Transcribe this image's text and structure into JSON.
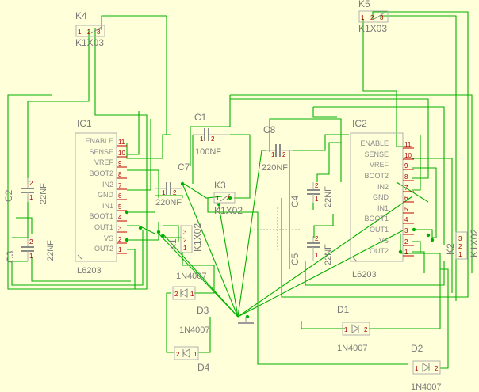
{
  "components": {
    "ic1": {
      "ref": "IC1",
      "value": "L6203",
      "pins": [
        {
          "name": "ENABLE",
          "num": "11"
        },
        {
          "name": "SENSE",
          "num": "10"
        },
        {
          "name": "VREF",
          "num": "9"
        },
        {
          "name": "BOOT2",
          "num": "8"
        },
        {
          "name": "IN2",
          "num": "7"
        },
        {
          "name": "GND",
          "num": "6"
        },
        {
          "name": "IN1",
          "num": "5"
        },
        {
          "name": "BOOT1",
          "num": "4"
        },
        {
          "name": "OUT1",
          "num": "3"
        },
        {
          "name": "VS",
          "num": "2"
        },
        {
          "name": "OUT2",
          "num": "1"
        }
      ]
    },
    "ic2": {
      "ref": "IC2",
      "value": "L6203",
      "pins": [
        {
          "name": "ENABLE",
          "num": "11"
        },
        {
          "name": "SENSE",
          "num": "10"
        },
        {
          "name": "VREF",
          "num": "9"
        },
        {
          "name": "BOOT2",
          "num": "8"
        },
        {
          "name": "IN2",
          "num": "7"
        },
        {
          "name": "GND",
          "num": "6"
        },
        {
          "name": "IN1",
          "num": "5"
        },
        {
          "name": "BOOT1",
          "num": "4"
        },
        {
          "name": "OUT1",
          "num": "3"
        },
        {
          "name": "VS",
          "num": "2"
        },
        {
          "name": "OUT2",
          "num": "1"
        }
      ]
    },
    "c1": {
      "ref": "C1",
      "value": "100NF",
      "pin1": "1",
      "pin2": "2"
    },
    "c2": {
      "ref": "C2",
      "value": "22NF",
      "pin1": "1",
      "pin2": "2"
    },
    "c3": {
      "ref": "C3",
      "value": "22NF",
      "pin1": "1",
      "pin2": "2"
    },
    "c4": {
      "ref": "C4",
      "value": "22NF",
      "pin1": "1",
      "pin2": "2"
    },
    "c5": {
      "ref": "C5",
      "value": "22NF",
      "pin1": "1",
      "pin2": "2"
    },
    "c7": {
      "ref": "C7",
      "value": "220NF",
      "pin1": "1",
      "pin2": "2"
    },
    "c8": {
      "ref": "C8",
      "value": "220NF",
      "pin1": "1",
      "pin2": "2"
    },
    "k1": {
      "ref": "K1",
      "value": "K1X02",
      "pin1": "1",
      "pin2": "2",
      "pin3": "3"
    },
    "k2": {
      "ref": "K2",
      "value": "K1X02",
      "pin1": "1",
      "pin2": "2",
      "pin3": "3"
    },
    "k3": {
      "ref": "K3",
      "value": "K1X02",
      "pin1": "1",
      "pin2": "2"
    },
    "k4": {
      "ref": "K4",
      "value": "K1X03",
      "pin1": "1",
      "pin2": "2",
      "pin3": "3"
    },
    "k5": {
      "ref": "K5",
      "value": "K1X03",
      "pin1": "1",
      "pin2": "2",
      "pin3": "3"
    },
    "d1": {
      "ref": "D1",
      "value": "1N4007",
      "pin1": "1",
      "pin2": "2"
    },
    "d2": {
      "ref": "D2",
      "value": "1N4007",
      "pin1": "1",
      "pin2": "2"
    },
    "d3": {
      "ref": "D3",
      "value": "1N4007",
      "pin1": "1",
      "pin2": "2"
    },
    "d4": {
      "ref": "D4",
      "value": "1N4007",
      "pin1": "1",
      "pin2": "2"
    }
  },
  "colors": {
    "background": "#ffffd9",
    "wire": "#00b000",
    "pin": "#c00000",
    "body": "#b0b0b0",
    "text": "#7a7a7a"
  }
}
